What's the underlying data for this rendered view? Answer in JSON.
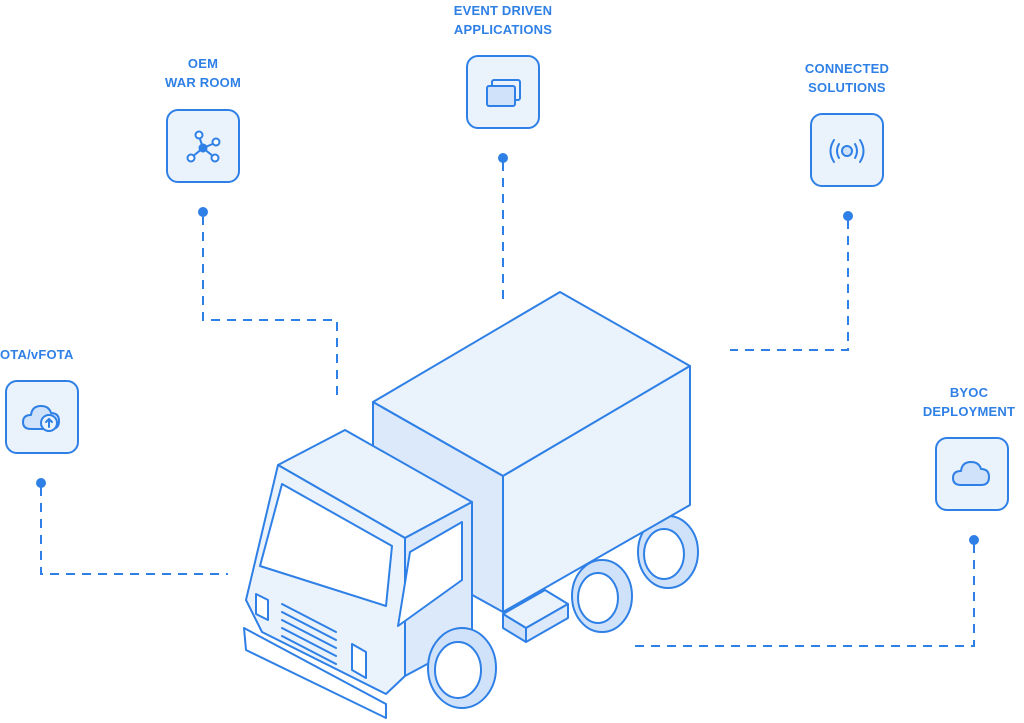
{
  "nodes": [
    {
      "id": "oem",
      "lines": [
        "OEM",
        "WAR ROOM"
      ],
      "icon": "network-graph-icon"
    },
    {
      "id": "event",
      "lines": [
        "EVENT DRIVEN",
        "APPLICATIONS"
      ],
      "icon": "stacked-windows-icon"
    },
    {
      "id": "connected",
      "lines": [
        "CONNECTED",
        "SOLUTIONS"
      ],
      "icon": "broadcast-signal-icon"
    },
    {
      "id": "ota",
      "lines": [
        "OTA/vFOTA"
      ],
      "icon": "cloud-upload-icon"
    },
    {
      "id": "byoc",
      "lines": [
        "BYOC",
        "DEPLOYMENT"
      ],
      "icon": "cloud-icon"
    }
  ],
  "center": {
    "icon": "delivery-truck-illustration"
  },
  "colors": {
    "accent": "#2f80e6",
    "fill": "#eaf2fc",
    "fill_dark": "#cfe2f9",
    "stroke": "#2f80e6"
  }
}
